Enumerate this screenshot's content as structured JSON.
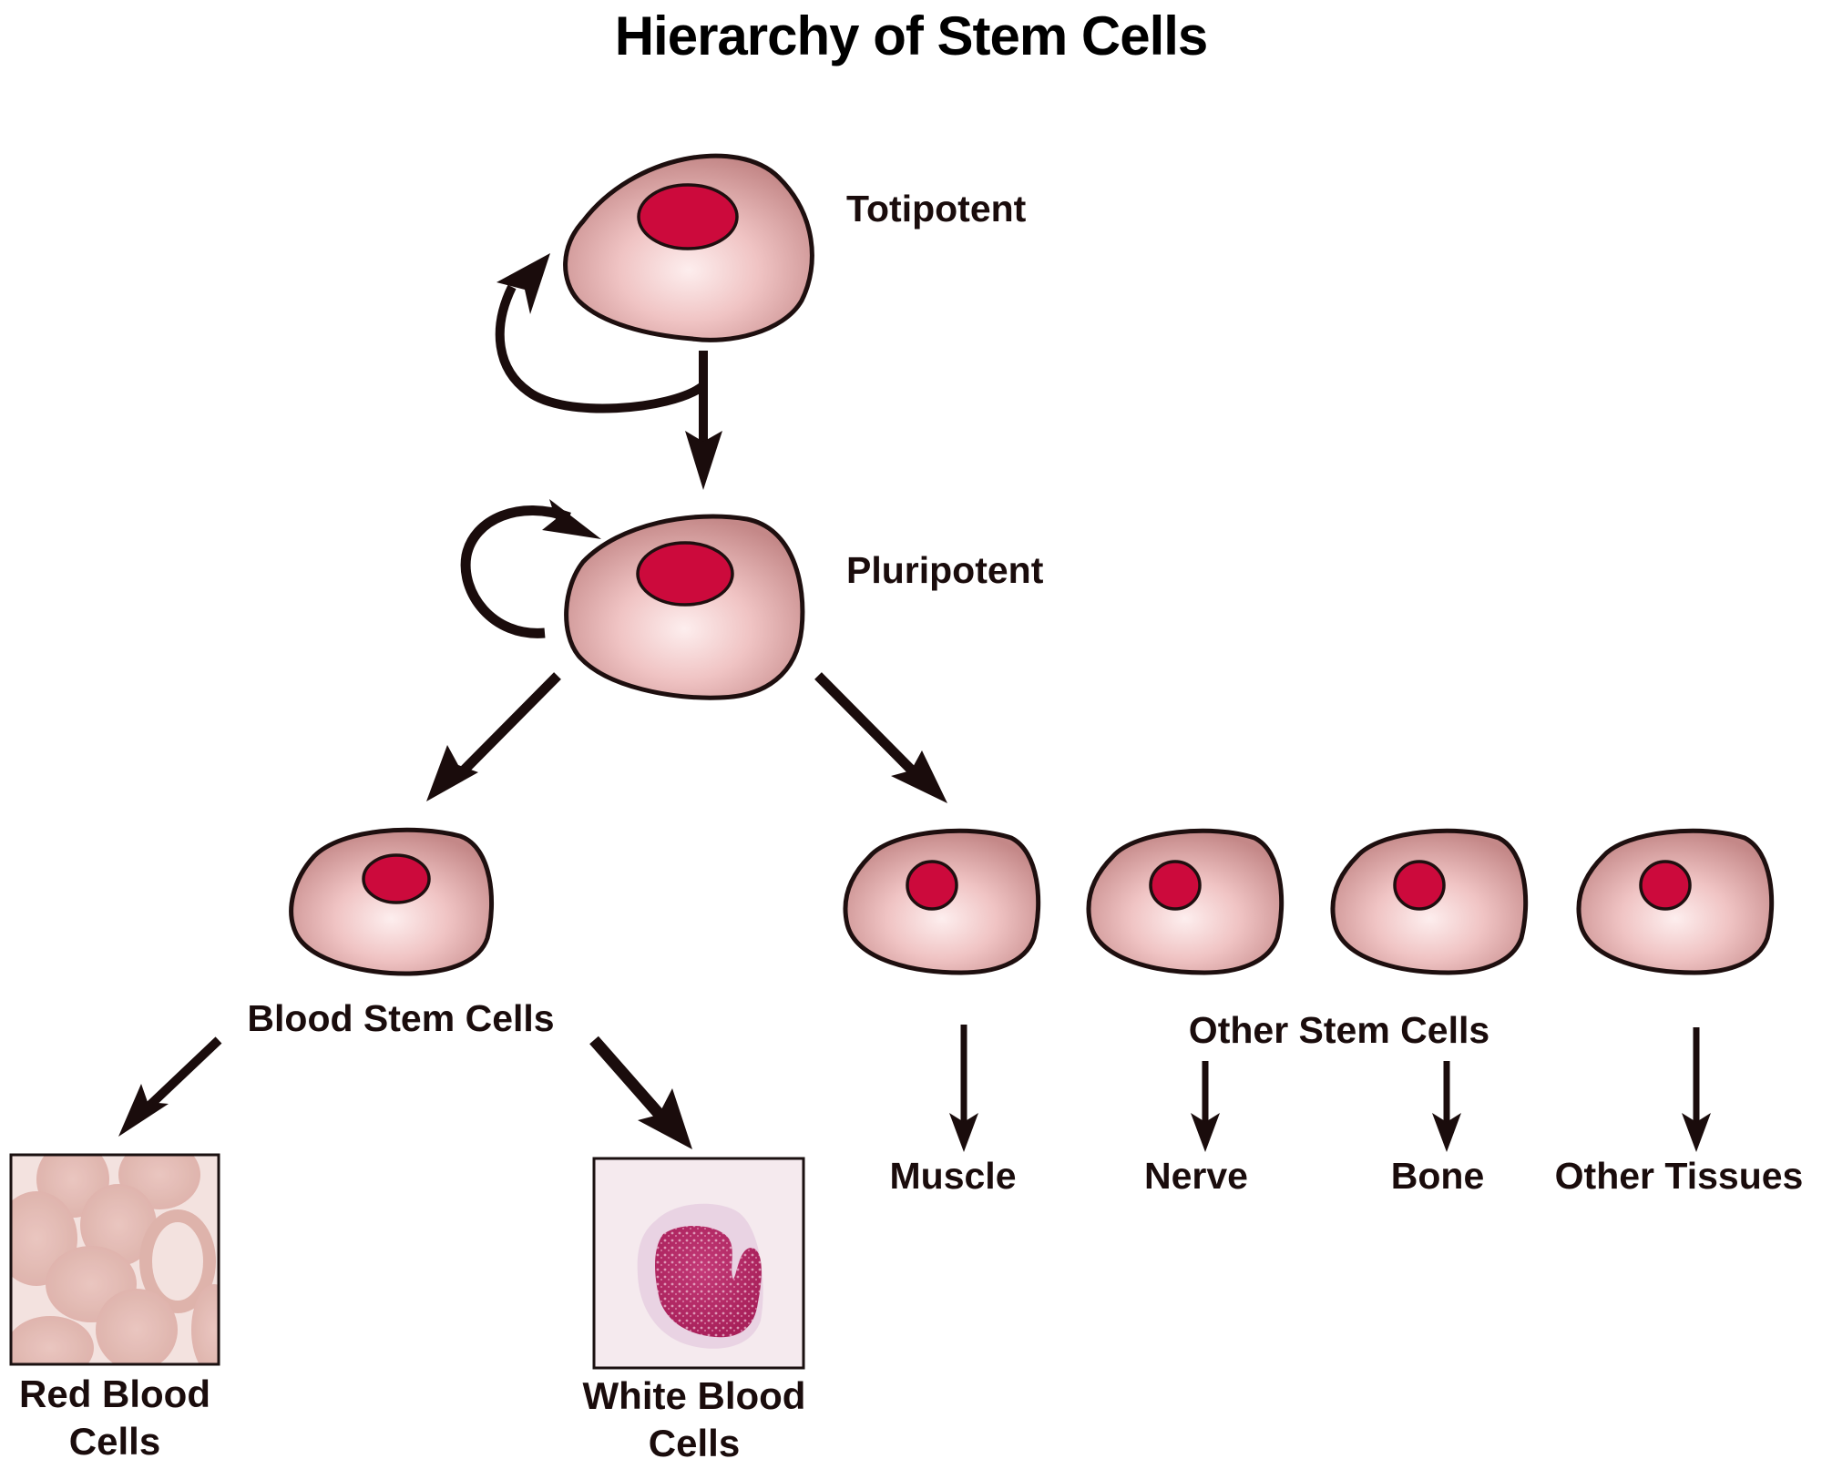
{
  "title": "Hierarchy of Stem Cells",
  "colors": {
    "cytoplasm_edge": "#c98c8c",
    "cytoplasm_center": "#fbe6e6",
    "nucleus": "#cc0a3c",
    "outline": "#1e0f0f",
    "text": "#1a0c0c"
  },
  "nodes": {
    "totipotent": {
      "label": "Totipotent"
    },
    "pluripotent": {
      "label": "Pluripotent"
    },
    "blood_stem": {
      "label": "Blood Stem Cells"
    },
    "other_stem": {
      "label": "Other Stem Cells"
    }
  },
  "blood_outputs": [
    {
      "label_line1": "Red Blood",
      "label_line2": "Cells",
      "image": "red-blood-cells-micrograph"
    },
    {
      "label_line1": "White Blood",
      "label_line2": "Cells",
      "image": "white-blood-cell-micrograph"
    }
  ],
  "tissue_outputs": [
    {
      "label": "Muscle"
    },
    {
      "label": "Nerve"
    },
    {
      "label": "Bone"
    },
    {
      "label": "Other Tissues"
    }
  ],
  "relations": [
    {
      "from": "Totipotent",
      "to": "Totipotent",
      "type": "self-renewal"
    },
    {
      "from": "Totipotent",
      "to": "Pluripotent",
      "type": "differentiation"
    },
    {
      "from": "Pluripotent",
      "to": "Pluripotent",
      "type": "self-renewal"
    },
    {
      "from": "Pluripotent",
      "to": "Blood Stem Cells",
      "type": "differentiation"
    },
    {
      "from": "Pluripotent",
      "to": "Other Stem Cells",
      "type": "differentiation"
    },
    {
      "from": "Blood Stem Cells",
      "to": "Red Blood Cells",
      "type": "differentiation"
    },
    {
      "from": "Blood Stem Cells",
      "to": "White Blood Cells",
      "type": "differentiation"
    },
    {
      "from": "Other Stem Cells",
      "to": "Muscle",
      "type": "differentiation"
    },
    {
      "from": "Other Stem Cells",
      "to": "Nerve",
      "type": "differentiation"
    },
    {
      "from": "Other Stem Cells",
      "to": "Bone",
      "type": "differentiation"
    },
    {
      "from": "Other Stem Cells",
      "to": "Other Tissues",
      "type": "differentiation"
    }
  ]
}
